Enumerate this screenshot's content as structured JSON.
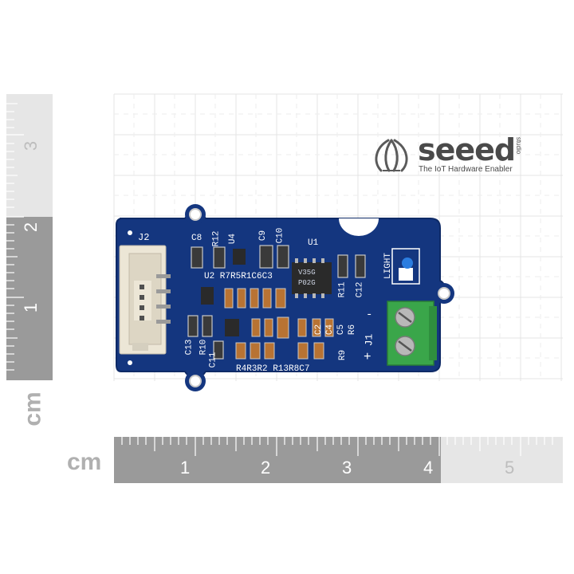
{
  "logo": {
    "brand": "seeed",
    "studio": "studio",
    "tagline": "The IoT Hardware Enabler"
  },
  "rulers": {
    "unit": "cm",
    "vertical_numbers": [
      "3",
      "2",
      "1"
    ],
    "horizontal_numbers": [
      "1",
      "2",
      "3",
      "4",
      "5"
    ]
  },
  "board": {
    "labels": {
      "j2": "J2",
      "c8": "C8",
      "r12": "R12",
      "u4": "U4",
      "c9": "C9",
      "c10": "C10",
      "u1": "U1",
      "light": "LIGHT",
      "u2_row": "U2 R7R5R1C6C3",
      "r11": "R11",
      "c12": "C12",
      "c13": "C13",
      "r10": "R10",
      "c11": "C11",
      "bottom_row": "R4R3R2 R13R8C7",
      "r9": "R9",
      "c2": "C2",
      "c4": "C4",
      "c5": "C5",
      "r6": "R6",
      "j1": "J1",
      "minus": "-",
      "plus": "+"
    },
    "chip_u1": [
      "V35G",
      "P02G"
    ]
  },
  "colors": {
    "pcb": "#14367f",
    "pcb_edge": "#0e2a66",
    "terminal": "#3aa64a",
    "connector": "#ece6d6",
    "ruler_gray": "#9a9a9a"
  }
}
